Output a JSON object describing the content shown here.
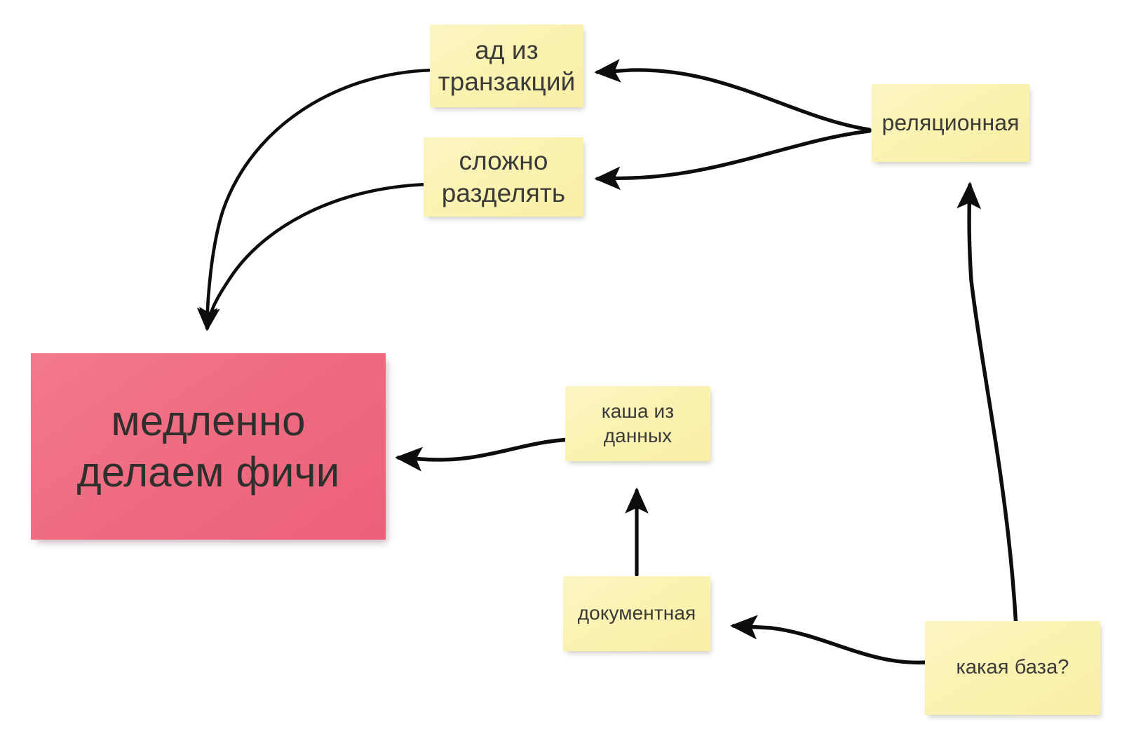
{
  "diagram": {
    "type": "mind-map",
    "language": "ru",
    "background_color": "#ffffff",
    "note_color": "#fbf1ac",
    "highlight_color": "#ef6c81",
    "edge_color": "#0d0d0d",
    "nodes": [
      {
        "id": "transactions",
        "label": "ад из\nтранзакций",
        "color": "#fbf1ac",
        "kind": "note"
      },
      {
        "id": "splitting",
        "label": "сложно\nразделять",
        "color": "#fbf1ac",
        "kind": "note"
      },
      {
        "id": "relational",
        "label": "реляционная",
        "color": "#fbf1ac",
        "kind": "note"
      },
      {
        "id": "slow",
        "label": "медленно\nделаем фичи",
        "color": "#ef6c81",
        "kind": "highlight"
      },
      {
        "id": "mess",
        "label": "каша из\nданных",
        "color": "#fbf1ac",
        "kind": "note"
      },
      {
        "id": "document",
        "label": "документная",
        "color": "#fbf1ac",
        "kind": "note"
      },
      {
        "id": "which_db",
        "label": "какая база?",
        "color": "#fbf1ac",
        "kind": "note"
      }
    ],
    "edges": [
      {
        "from": "relational",
        "to": "transactions",
        "style": "curved-arrow"
      },
      {
        "from": "relational",
        "to": "splitting",
        "style": "curved-arrow"
      },
      {
        "from": "transactions",
        "to": "slow",
        "style": "curved-arrow"
      },
      {
        "from": "splitting",
        "to": "slow",
        "style": "curved-arrow"
      },
      {
        "from": "mess",
        "to": "slow",
        "style": "curved-arrow"
      },
      {
        "from": "document",
        "to": "mess",
        "style": "straight-arrow"
      },
      {
        "from": "which_db",
        "to": "document",
        "style": "curved-arrow"
      },
      {
        "from": "which_db",
        "to": "relational",
        "style": "curved-arrow"
      }
    ]
  }
}
